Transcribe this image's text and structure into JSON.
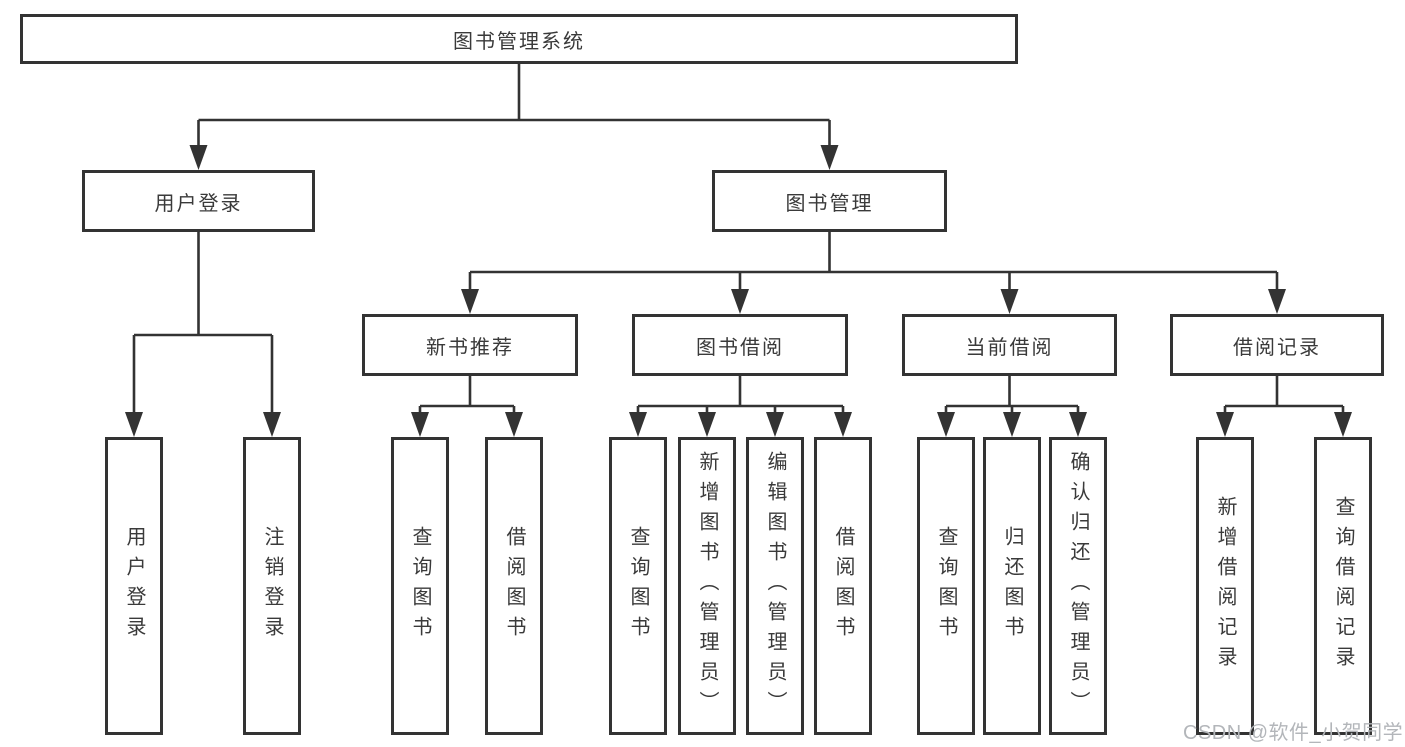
{
  "colors": {
    "line": "#333333",
    "box_border": "#333333",
    "text": "#3a3a3a",
    "background": "#ffffff",
    "watermark": "#b3b6ba"
  },
  "watermark": {
    "text": "CSDN @软件_小贺同学"
  },
  "tree": {
    "label": "图书管理系统",
    "children": [
      {
        "label": "用户登录",
        "children": [
          {
            "label": "用户登录"
          },
          {
            "label": "注销登录"
          }
        ]
      },
      {
        "label": "图书管理",
        "children": [
          {
            "label": "新书推荐",
            "children": [
              {
                "label": "查询图书"
              },
              {
                "label": "借阅图书"
              }
            ]
          },
          {
            "label": "图书借阅",
            "children": [
              {
                "label": "查询图书"
              },
              {
                "label": "新增图书（管理员）"
              },
              {
                "label": "编辑图书（管理员）"
              },
              {
                "label": "借阅图书"
              }
            ]
          },
          {
            "label": "当前借阅",
            "children": [
              {
                "label": "查询图书"
              },
              {
                "label": "归还图书"
              },
              {
                "label": "确认归还（管理员）"
              }
            ]
          },
          {
            "label": "借阅记录",
            "children": [
              {
                "label": "新增借阅记录"
              },
              {
                "label": "查询借阅记录"
              }
            ]
          }
        ]
      }
    ]
  }
}
